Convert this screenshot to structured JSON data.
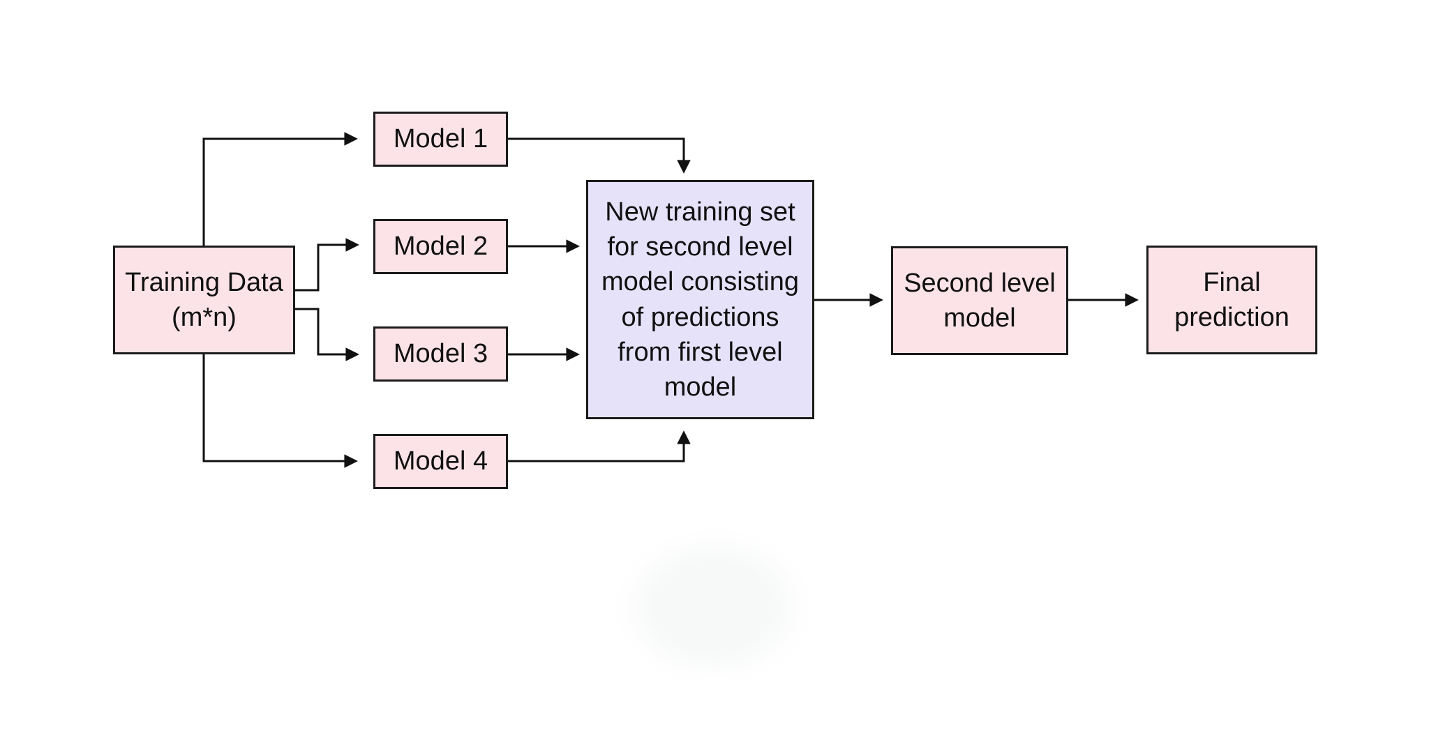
{
  "colors": {
    "background": "#ffffff",
    "node_pink": "#fbe3e8",
    "node_lavender": "#e5e2fa",
    "border": "#1b1b1b",
    "arrow": "#111111",
    "text": "#111111",
    "smudge": "#f7f8f8"
  },
  "nodes": {
    "training_data": {
      "label": "Training Data\n(m*n)"
    },
    "model_1": {
      "label": "Model 1"
    },
    "model_2": {
      "label": "Model 2"
    },
    "model_3": {
      "label": "Model 3"
    },
    "model_4": {
      "label": "Model 4"
    },
    "new_training_set": {
      "label": "New training set\nfor second level\nmodel consisting\nof predictions\nfrom first level\nmodel"
    },
    "second_level_model": {
      "label": "Second level\nmodel"
    },
    "final_prediction": {
      "label": "Final\nprediction"
    }
  }
}
